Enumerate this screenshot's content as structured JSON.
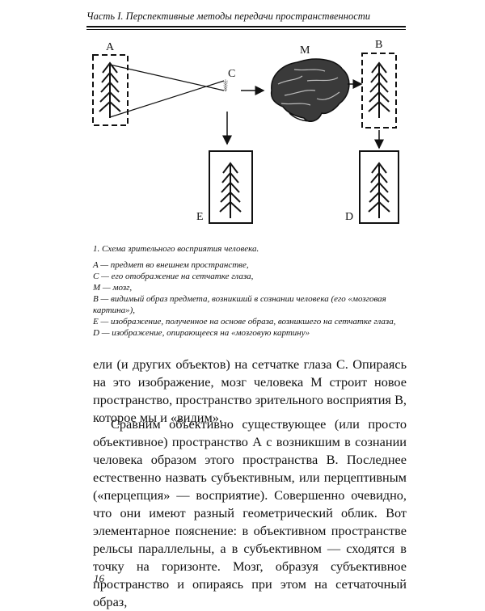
{
  "header": {
    "running_title": "Часть I. Перспективные методы передачи пространственности"
  },
  "figure": {
    "labels": {
      "a": "A",
      "c": "C",
      "m": "M",
      "b": "B",
      "e": "E",
      "d": "D"
    }
  },
  "caption": {
    "title": "1. Схема зрительного восприятия человека.",
    "items": [
      "A — предмет во внешнем пространстве,",
      "C — его отображение на сетчатке глаза,",
      "M — мозг,",
      "B — видимый образ предмета, возникший в сознании человека (его «мозговая картина»),",
      "E — изображение, полученное на основе образа, возникшего на сетчатке глаза,",
      "D — изображение, опирающееся на «мозговую картину»"
    ]
  },
  "body": {
    "paragraph_1": "ели (и других объектов) на сетчатке глаза С. Опираясь на это изображение, мозг человека М строит новое пространство, пространство зрительного восприятия В, которое мы и «видим».",
    "paragraph_2": "Сравним объективно существующее (или просто объективное) пространство А с возникшим в сознании человека образом этого пространства В. Последнее естественно назвать субъективным, или перцептивным («перцепция» — восприятие). Совершенно очевидно, что они имеют разный геометрический облик. Вот элементарное пояснение: в объективном пространстве рельсы параллельны, а в субъективном — сходятся в точку на горизонте. Мозг, образуя субъективное пространство и опираясь при этом на сетчаточный образ,"
  },
  "footer": {
    "page_number": "16"
  }
}
